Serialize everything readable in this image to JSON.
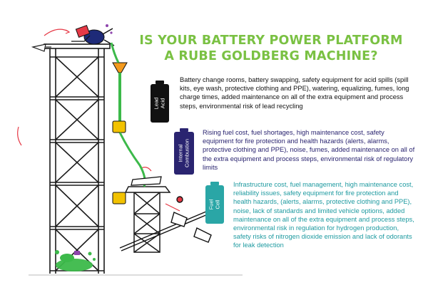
{
  "title": {
    "line1": "IS YOUR BATTERY POWER PLATFORM",
    "line2": "A RUBE GOLDBERG MACHINE?"
  },
  "sections": [
    {
      "label_line1": "Lead",
      "label_line2": "Acid",
      "text": "Battery change rooms, battery swapping, safety equipment for acid spills (spill kits, eye wash, protective clothing and PPE), watering, equalizing, fumes, long charge times, added maintenance on all of the extra equipment and process steps, environmental risk of lead recycling",
      "color": "#111111"
    },
    {
      "label_line1": "Internal",
      "label_line2": "Combustion",
      "text": "Rising fuel cost, fuel shortages, high maintenance cost, safety equipment for fire protection and health hazards (alerts, alarms, protective clothing and PPE), noise, fumes, added maintenance on all of the extra equipment and process steps, environmental risk of regulatory limits",
      "color": "#2a2470"
    },
    {
      "label_line1": "Fuel",
      "label_line2": "Cell",
      "text": "Infrastructure cost, fuel management, high maintenance cost, reliability issues, safety equipment for fire protection and health hazards, (alerts, alarms, protective clothing and PPE), noise, lack of standards and limited vehicle options, added maintenance on all of the extra equipment and process steps, environmental risk in regulation for hydrogen production, safety risks of nitrogen dioxide emission and lack of odorants for leak detection",
      "color": "#2aa6a6"
    }
  ],
  "colors": {
    "title_green": "#7ac143",
    "lead_acid": "#111111",
    "internal_combustion": "#2a2470",
    "fuel_cell": "#2aa6a6",
    "liquid_green": "#3cb94a",
    "funnel_orange": "#f39a1e",
    "bucket_yellow": "#f2c200"
  },
  "illustration": {
    "icons": [
      "scaffold-tower",
      "person-falling",
      "funnel",
      "bucket",
      "pipe",
      "catapult",
      "splash"
    ]
  }
}
